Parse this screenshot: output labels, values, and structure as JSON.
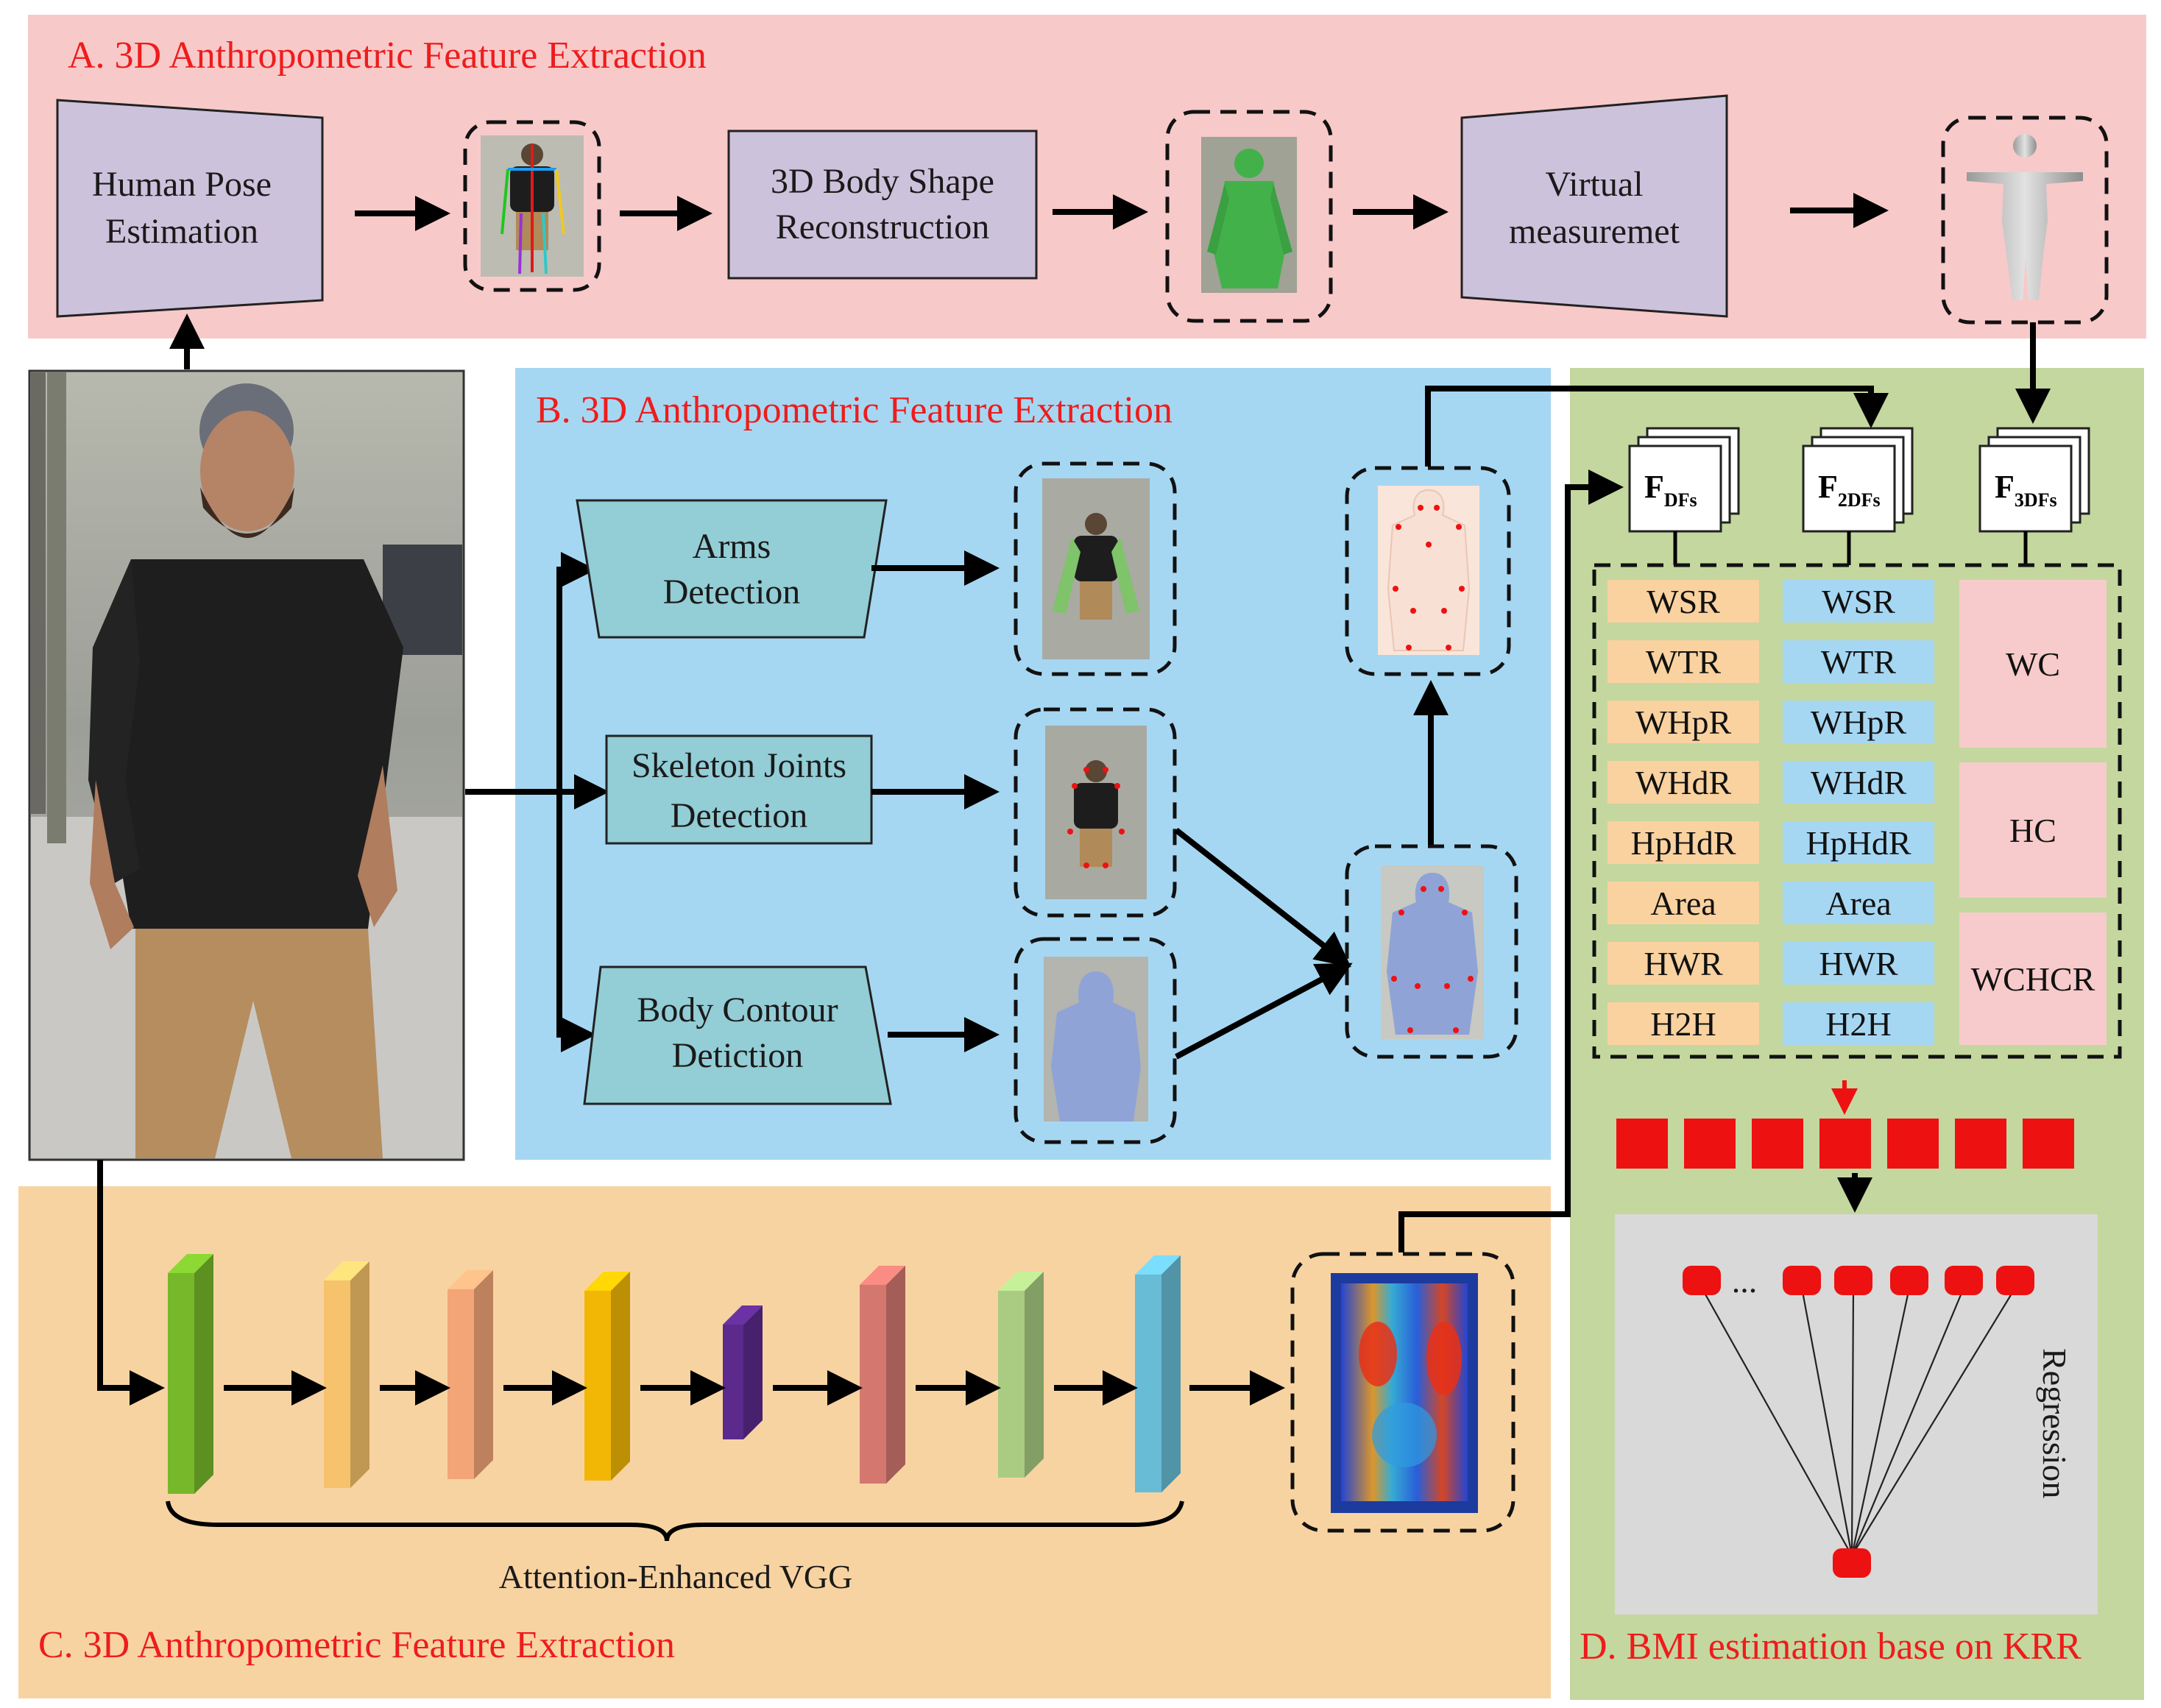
{
  "panels": {
    "a_title": "A. 3D Anthropometric Feature Extraction",
    "b_title": "B. 3D Anthropometric Feature Extraction",
    "c_title": "C. 3D Anthropometric Feature Extraction",
    "d_title": "D. BMI estimation base on KRR"
  },
  "colors": {
    "panel_a": "#f8c9c9",
    "panel_b": "#a6d7f2",
    "panel_c": "#f8d3a2",
    "panel_d": "#c4d79f",
    "title_red": "#ee1c1c",
    "module_purple": "#cdc2db",
    "module_teal": "#93cdd6",
    "cell_orange": "#f9d2a0",
    "cell_blue": "#a6d7f2",
    "cell_pink": "#f7cbcb",
    "node_red": "#ee1111"
  },
  "panel_a": {
    "pose_line1": "Human Pose",
    "pose_line2": "Estimation",
    "recon_line1": "3D Body Shape",
    "recon_line2": "Reconstruction",
    "virtual_line1": "Virtual",
    "virtual_line2": "measuremet"
  },
  "panel_b": {
    "arms_line1": "Arms",
    "arms_line2": "Detection",
    "skeleton_line1": "Skeleton Joints",
    "skeleton_line2": "Detection",
    "contour_line1": "Body Contour",
    "contour_line2": "Detiction"
  },
  "panel_c": {
    "vgg_label": "Attention-Enhanced VGG",
    "layer_colors": [
      "#76b82a",
      "#f6c26b",
      "#f3a577",
      "#f2b705",
      "#5b2a8c",
      "#d4776f",
      "#a9cc82",
      "#68bcd6"
    ]
  },
  "panel_d": {
    "feature_sets": [
      {
        "main": "F",
        "sub": "DFs"
      },
      {
        "main": "F",
        "sub": "2DFs"
      },
      {
        "main": "F",
        "sub": "3DFs"
      }
    ],
    "col_1": [
      "WSR",
      "WTR",
      "WHpR",
      "WHdR",
      "HpHdR",
      "Area",
      "HWR",
      "H2H"
    ],
    "col_2": [
      "WSR",
      "WTR",
      "WHpR",
      "WHdR",
      "HpHdR",
      "Area",
      "HWR",
      "H2H"
    ],
    "col_3": [
      "WC",
      "HC",
      "WCHCR"
    ],
    "ellipsis": "...",
    "regression_label": "Regression"
  }
}
